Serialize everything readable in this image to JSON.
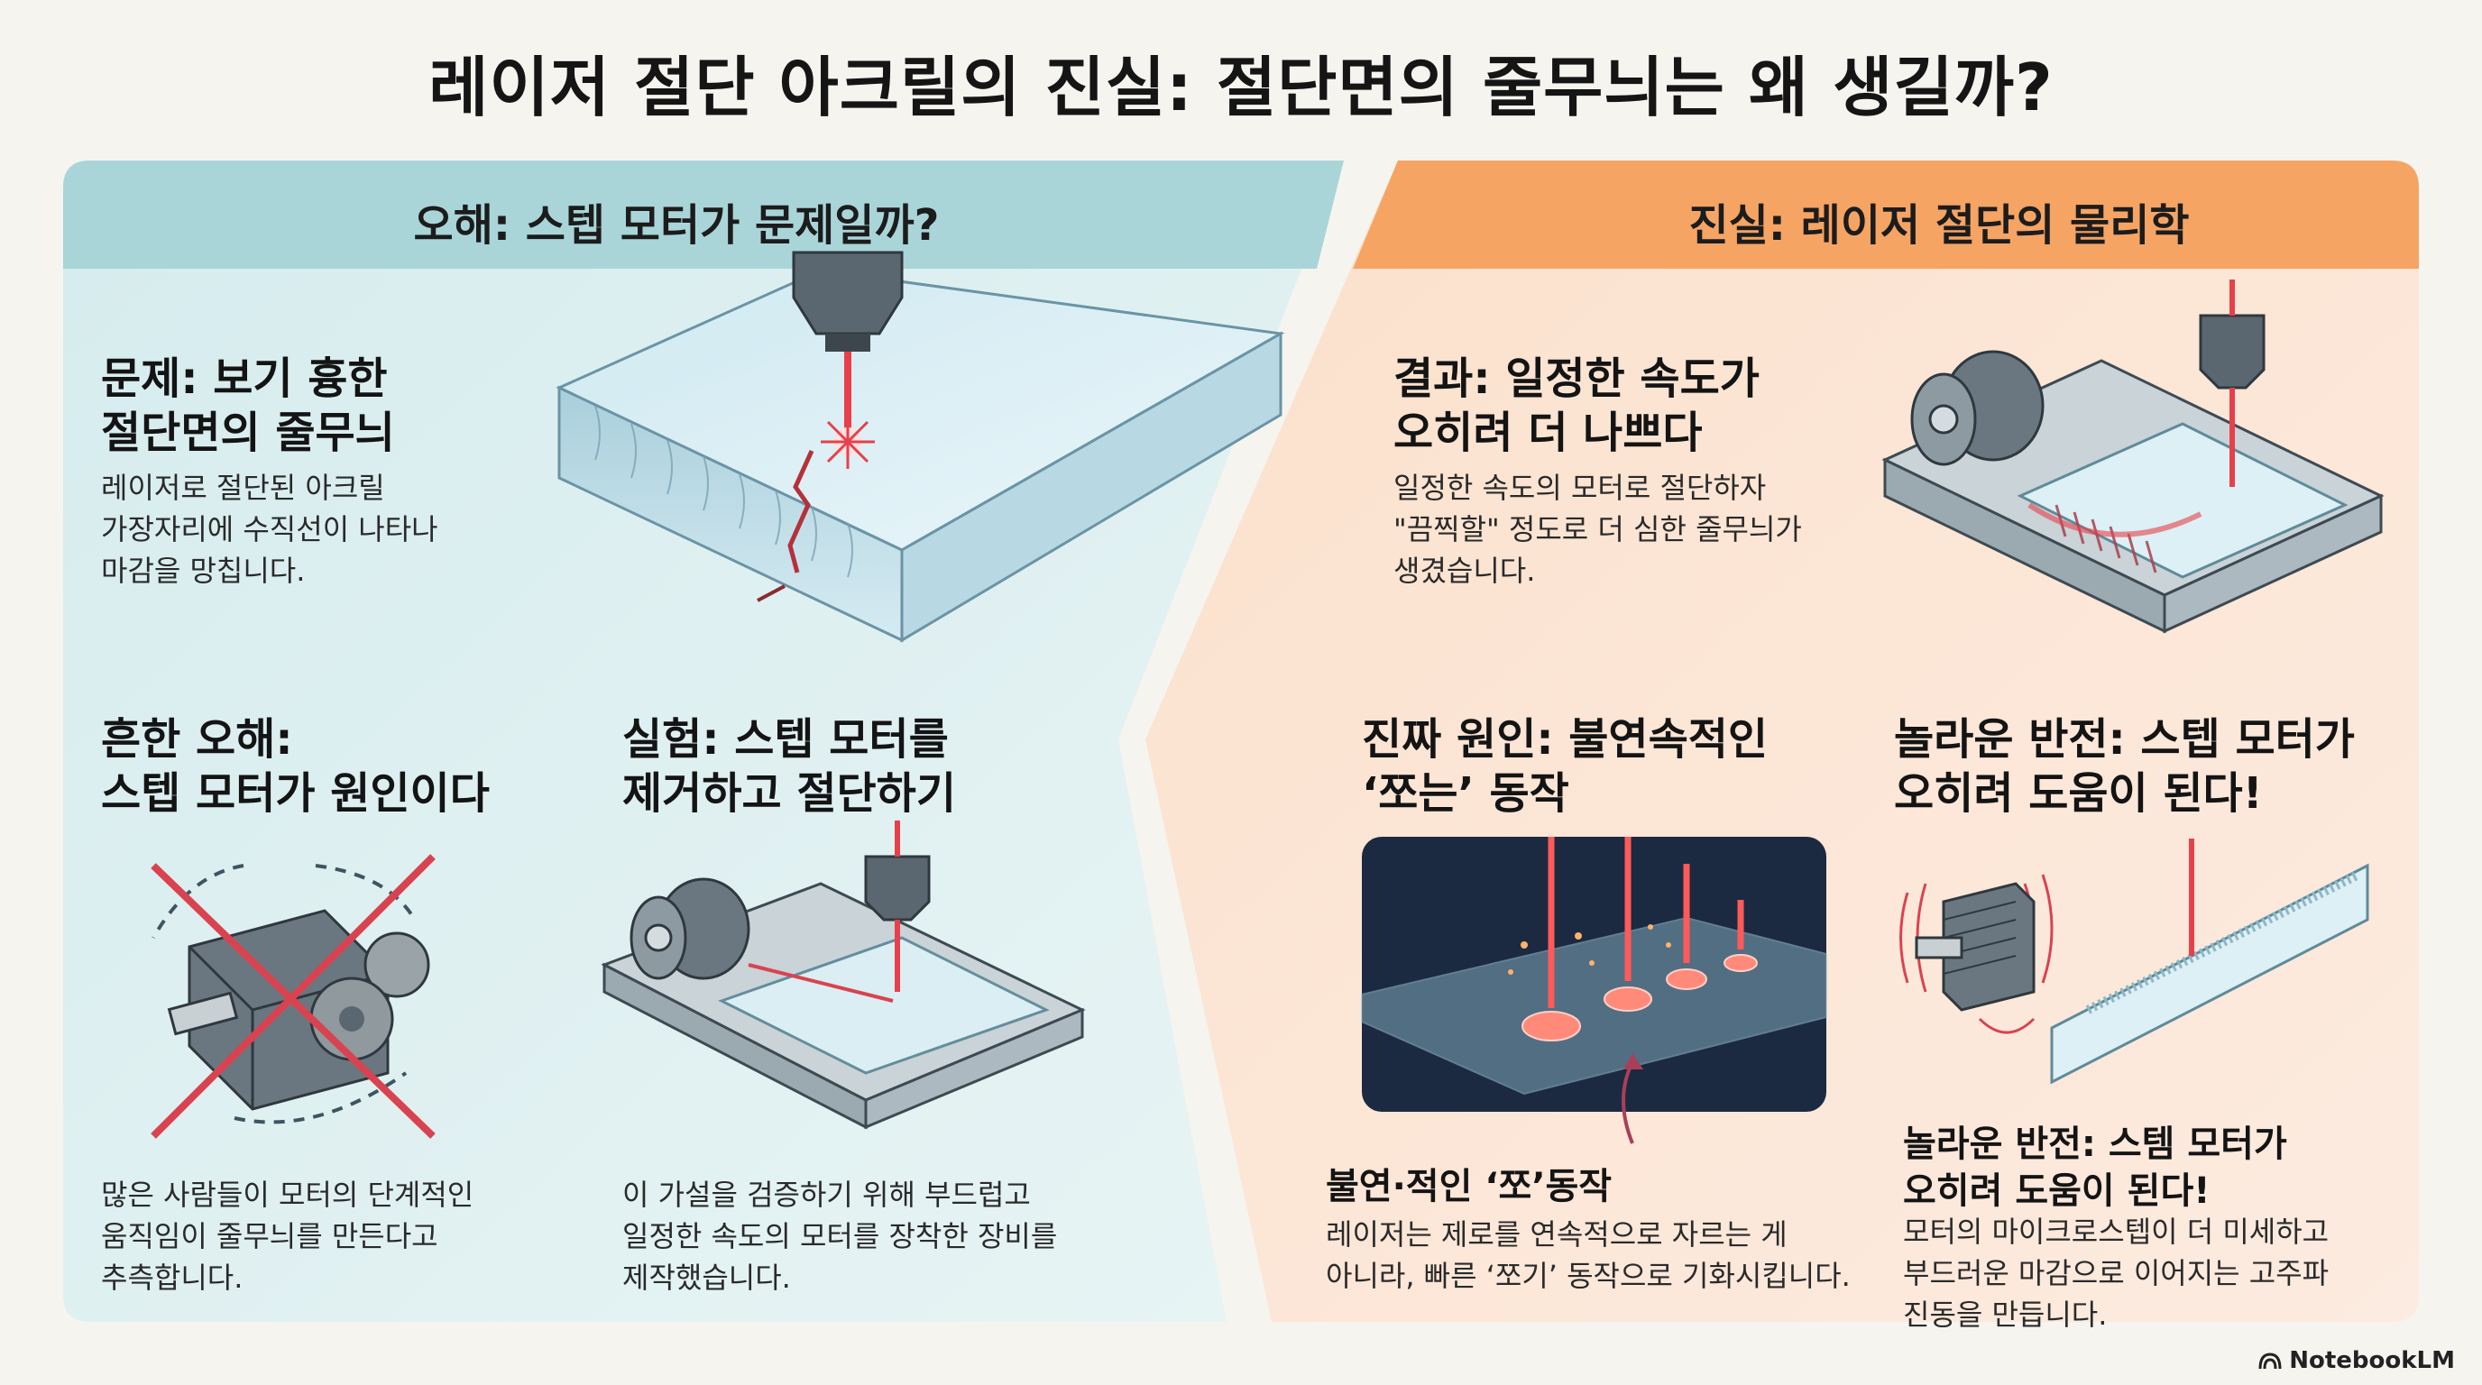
{
  "title": "레이저 절단 아크릴의 진실: 절단면의 줄무늬는 왜 생길까?",
  "left_panel": {
    "header": "오해: 스텝 모터가 문제일까?",
    "problem": {
      "heading_lines": [
        "문제: 보기 흉한",
        "절단면의 줄무늬"
      ],
      "body_lines": [
        "레이저로 절단된 아크릴",
        "가장자리에 수직선이 나타나",
        "마감을 망칩니다."
      ]
    },
    "misconception": {
      "heading_lines": [
        "흔한 오해:",
        "스텝 모터가 원인이다"
      ],
      "body_lines": [
        "많은 사람들이 모터의 단계적인",
        "움직임이 줄무늬를 만든다고",
        "추측합니다."
      ]
    },
    "experiment": {
      "heading_lines": [
        "실험: 스텝 모터를",
        "제거하고 절단하기"
      ],
      "body_lines": [
        "이 가설을 검증하기 위해 부드럽고",
        "일정한 속도의 모터를 장착한 장비를",
        "제작했습니다."
      ]
    }
  },
  "right_panel": {
    "header": "진실: 레이저 절단의 물리학",
    "result": {
      "heading_lines": [
        "결과: 일정한 속도가",
        "오히려 더 나쁘다"
      ],
      "body_lines": [
        "일정한 속도의 모터로 절단하자",
        "\"끔찍할\" 정도로 더 심한 줄무늬가",
        "생겼습니다."
      ]
    },
    "real_cause": {
      "heading_lines": [
        "진짜 원인: 불연속적인",
        "‘쪼는’ 동작"
      ],
      "caption_title": "불연·적인 ‘쪼’동작",
      "body_lines": [
        "레이저는 제로를 연속적으로 자르는 게",
        "아니라, 빠른 ‘쪼기’ 동작으로 기화시킵니다."
      ]
    },
    "reversal": {
      "heading_lines": [
        "놀라운 반전: 스텝 모터가",
        "오히려 도움이 된다!"
      ],
      "sub_heading_lines": [
        "놀라운 반전: 스템 모터가",
        "오히려 도움이 된다!"
      ],
      "body_lines": [
        "모터의 마이크로스텝이 더 미세하고",
        "부드러운 마감으로 이어지는 고주파",
        "진동을 만듭니다."
      ]
    }
  },
  "brand": "NotebookLM",
  "colors": {
    "left_header": "#a8d4d8",
    "left_bg": "#dff0f1",
    "right_header": "#f4a25f",
    "right_bg": "#fbe3d2",
    "laser": "#e8404a",
    "cross": "#d9434f"
  }
}
